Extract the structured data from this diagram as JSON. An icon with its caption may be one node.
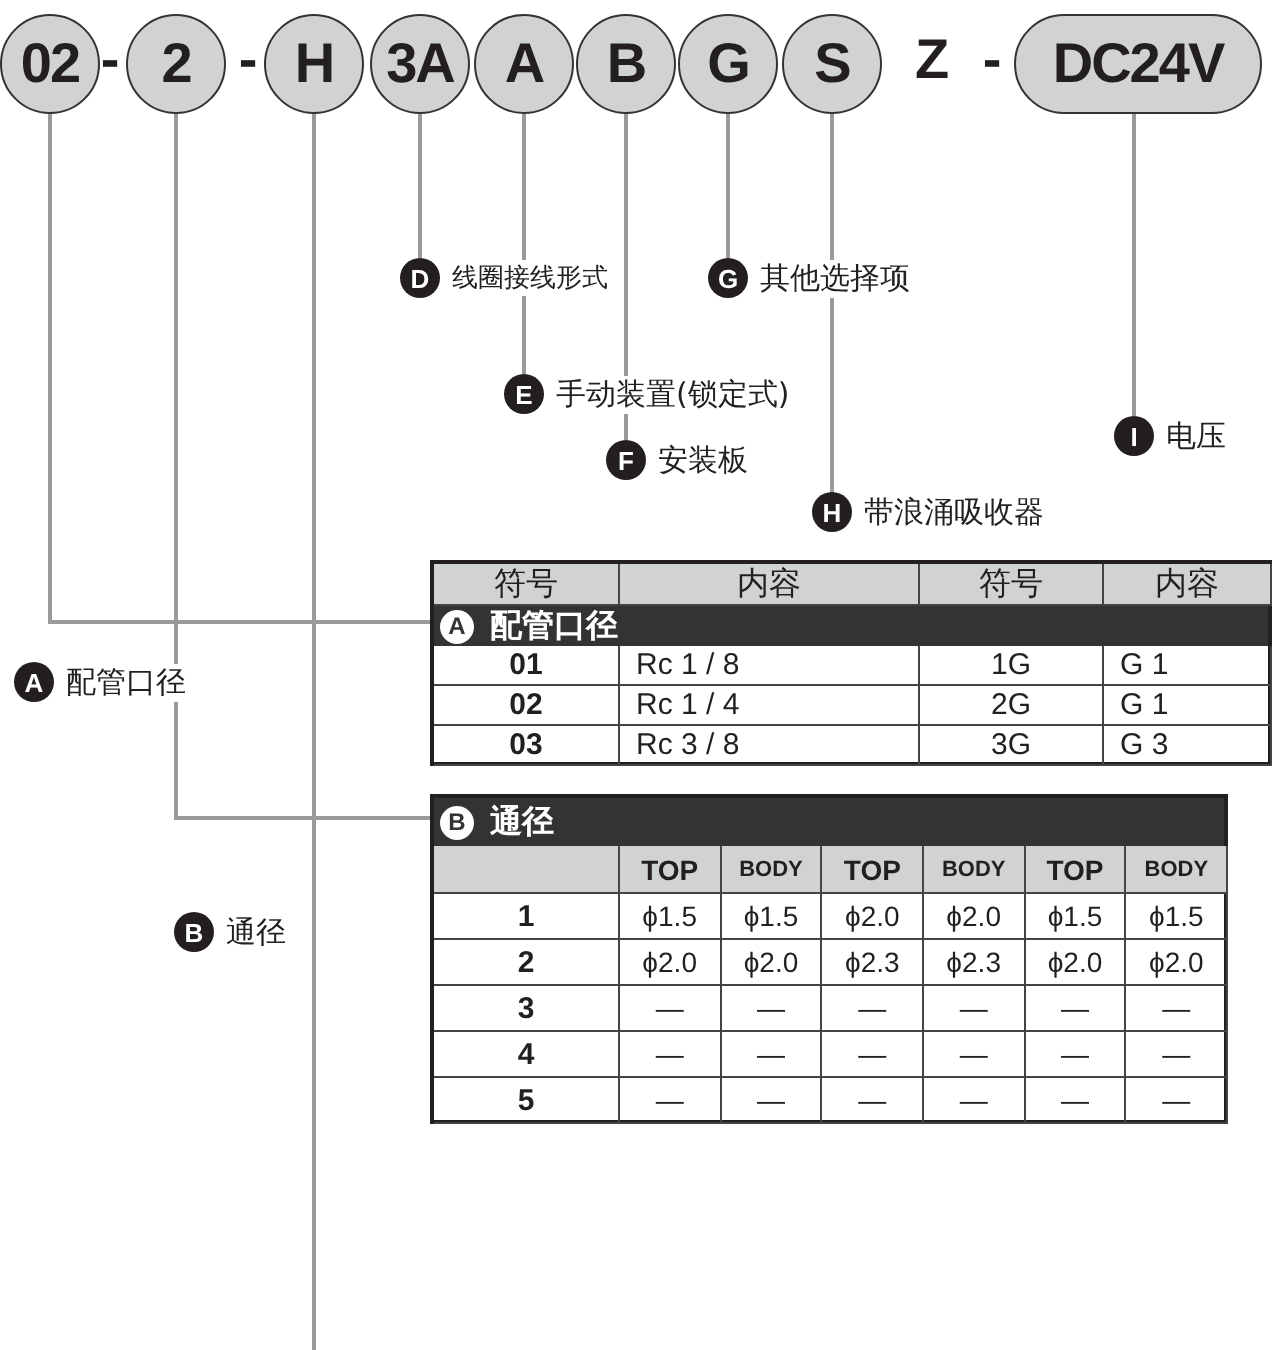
{
  "diagram": {
    "nodes": [
      {
        "text": [
          "02"
        ]
      },
      {
        "text": [
          "2"
        ]
      },
      {
        "text": [
          "H"
        ]
      },
      {
        "text": [
          "3A"
        ]
      },
      {
        "text": [
          "A"
        ]
      },
      {
        "text": [
          "B"
        ]
      },
      {
        "text": [
          "G"
        ]
      },
      {
        "text": [
          "S"
        ]
      },
      {
        "text": [
          "DC24V"
        ]
      },
      {
        "text": [
          "D",
          "线圈接线形式"
        ]
      },
      {
        "text": [
          "G",
          "其他选择项"
        ]
      },
      {
        "text": [
          "E",
          "手动装置(锁定式)"
        ]
      },
      {
        "text": [
          "I",
          "电压"
        ]
      },
      {
        "text": [
          "F",
          "安装板"
        ]
      },
      {
        "text": [
          "H",
          "带浪涌吸收器"
        ]
      },
      {
        "text": [
          "A",
          "配管口径"
        ]
      },
      {
        "text": [
          "A",
          "配管口径"
        ]
      },
      {
        "text": [
          "B",
          "通径"
        ]
      },
      {
        "text": [
          "B",
          "通径"
        ]
      }
    ],
    "edges": [
      {
        "from": 3,
        "to": 9,
        "arrow": "none"
      },
      {
        "from": 6,
        "to": 10,
        "arrow": "none"
      },
      {
        "from": 4,
        "to": 11,
        "arrow": "none"
      },
      {
        "from": 8,
        "to": 12,
        "arrow": "none"
      },
      {
        "from": 5,
        "to": 13,
        "arrow": "none"
      },
      {
        "from": 7,
        "to": 14,
        "arrow": "none"
      },
      {
        "from": 0,
        "to": 15,
        "arrow": "none"
      },
      {
        "from": 1,
        "to": 17,
        "arrow": "none"
      },
      {
        "from": 2,
        "to": null,
        "arrow": "none"
      }
    ],
    "labels": [
      "-",
      "-",
      "Z",
      "-",
      "符号",
      "内容",
      "符号",
      "内容",
      "01",
      "Rc 1 / 8",
      "1G",
      "G 1",
      "02",
      "Rc 1 / 4",
      "2G",
      "G 1",
      "03",
      "Rc 3 / 8",
      "3G",
      "G 3",
      "TOP",
      "BODY",
      "TOP",
      "BODY",
      "TOP",
      "BODY",
      "1",
      "ϕ1.5",
      "ϕ1.5",
      "ϕ2.0",
      "ϕ2.0",
      "ϕ1.5",
      "ϕ1.5",
      "2",
      "ϕ2.0",
      "ϕ2.0",
      "ϕ2.3",
      "ϕ2.3",
      "ϕ2.0",
      "ϕ2.0",
      "3",
      "—",
      "—",
      "—",
      "—",
      "—",
      "—",
      "4",
      "—",
      "—",
      "—",
      "—",
      "—",
      "—",
      "5",
      "—",
      "—",
      "—",
      "—",
      "—",
      "—"
    ]
  }
}
